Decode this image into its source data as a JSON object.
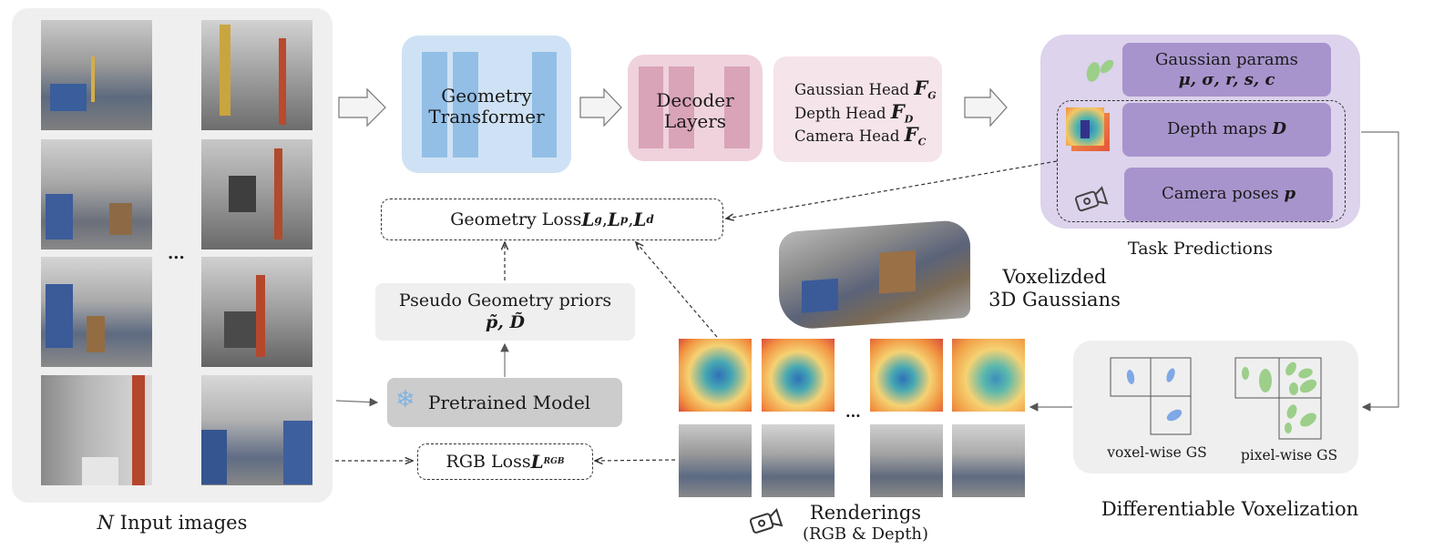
{
  "input_panel": {
    "caption_n": "N",
    "caption_rest": " Input images",
    "ellipsis": "..."
  },
  "geometry_transformer": {
    "label_line1": "Geometry",
    "label_line2": "Transformer"
  },
  "decoder_layers": {
    "label_line1": "Decoder",
    "label_line2": "Layers"
  },
  "heads": {
    "items": [
      {
        "label": "Gaussian Head ",
        "symbol": "F",
        "sub": "G"
      },
      {
        "label": "Depth Head ",
        "symbol": "F",
        "sub": "D"
      },
      {
        "label": "Camera Head ",
        "symbol": "F",
        "sub": "C"
      }
    ]
  },
  "task_predictions": {
    "caption": "Task Predictions",
    "gaussian_title": "Gaussian params",
    "gaussian_symbols": "μ, σ, r, s, c",
    "depth_label": "Depth maps ",
    "depth_symbol": "D",
    "camera_label": "Camera poses ",
    "camera_symbol": "p"
  },
  "geometry_loss": {
    "label": "Geometry Loss ",
    "terms": [
      {
        "sym": "L",
        "sub": "g"
      },
      {
        "sym": "L",
        "sub": "p"
      },
      {
        "sym": "L",
        "sub": "d"
      }
    ],
    "sep": ", "
  },
  "pseudo_priors": {
    "line1": "Pseudo Geometry priors",
    "line2": "p̃, D̃"
  },
  "pretrained": {
    "label": "Pretrained Model",
    "icon": "snowflake-icon"
  },
  "rgb_loss": {
    "label": "RGB Loss ",
    "sym": "L",
    "sub": "RGB"
  },
  "voxelized": {
    "line1": "Voxelizded",
    "line2": "3D Gaussians"
  },
  "renderings": {
    "line1": "Renderings",
    "line2": "(RGB & Depth)",
    "ellipsis": "..."
  },
  "voxelization": {
    "caption": "Differentiable Voxelization",
    "voxel_label": "voxel-wise GS",
    "pixel_label": "pixel-wise GS"
  },
  "colors": {
    "panel_gray": "#efefef",
    "transformer_blue": "#cfe2f5",
    "transformer_bar": "#93bfe6",
    "decoder_pink": "#efd2dc",
    "decoder_bar": "#d9a3b8",
    "heads_pink": "#f5e4ea",
    "task_purple": "#ddd3ec",
    "task_box": "#a894cd",
    "gaussian_green": "#9ccf8a",
    "voxel_blue": "#7ea8e6"
  }
}
